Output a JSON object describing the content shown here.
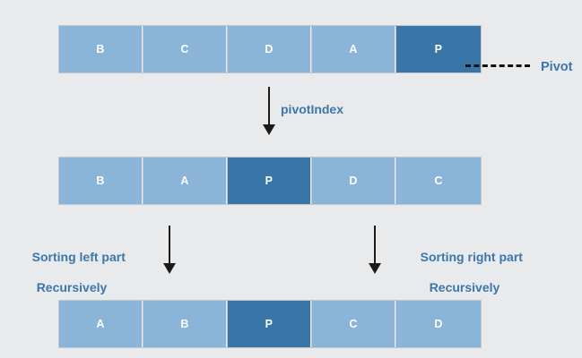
{
  "diagram": {
    "title": "quicksort-partition-steps",
    "background_color": "#e9eaec",
    "colors": {
      "cell_normal": "#8ab4d8",
      "cell_pivot": "#3a75a8",
      "label_blue": "#3b76ac",
      "arrow_black": "#1a1a1a",
      "cell_text": "#ffffff"
    },
    "rows": [
      {
        "name": "initial-array",
        "cells": [
          {
            "label": "B",
            "kind": "normal"
          },
          {
            "label": "C",
            "kind": "normal"
          },
          {
            "label": "D",
            "kind": "normal"
          },
          {
            "label": "A",
            "kind": "normal"
          },
          {
            "label": "P",
            "kind": "pivot"
          }
        ]
      },
      {
        "name": "partitioned-array",
        "cells": [
          {
            "label": "B",
            "kind": "normal"
          },
          {
            "label": "A",
            "kind": "normal"
          },
          {
            "label": "P",
            "kind": "pivot"
          },
          {
            "label": "D",
            "kind": "normal"
          },
          {
            "label": "C",
            "kind": "normal"
          }
        ]
      },
      {
        "name": "sorted-array",
        "cells": [
          {
            "label": "A",
            "kind": "normal"
          },
          {
            "label": "B",
            "kind": "normal"
          },
          {
            "label": "P",
            "kind": "pivot"
          },
          {
            "label": "C",
            "kind": "normal"
          },
          {
            "label": "D",
            "kind": "normal"
          }
        ]
      }
    ],
    "labels": {
      "pivot": "Pivot",
      "pivot_index": "pivotIndex",
      "sort_left_line1": "Sorting left part",
      "sort_left_line2": "Recursively",
      "sort_right_line1": "Sorting right part",
      "sort_right_line2": "Recursively"
    }
  }
}
